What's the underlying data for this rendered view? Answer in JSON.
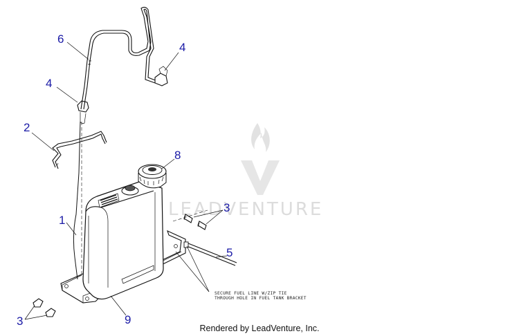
{
  "watermark": {
    "brand": "LEADVENTURE"
  },
  "callouts": [
    {
      "id": "callout-6",
      "label": "6"
    },
    {
      "id": "callout-4-upper",
      "label": "4"
    },
    {
      "id": "callout-4-left",
      "label": "4"
    },
    {
      "id": "callout-2",
      "label": "2"
    },
    {
      "id": "callout-8",
      "label": "8"
    },
    {
      "id": "callout-3-right",
      "label": "3"
    },
    {
      "id": "callout-1",
      "label": "1"
    },
    {
      "id": "callout-5",
      "label": "5"
    },
    {
      "id": "callout-3-left",
      "label": "3"
    },
    {
      "id": "callout-9",
      "label": "9"
    }
  ],
  "note": {
    "line1": "SECURE FUEL LINE W/ZIP TIE",
    "line2": "THROUGH HOLE IN FUEL TANK BRACKET"
  },
  "footer": {
    "text": "Rendered by LeadVenture, Inc."
  },
  "colors": {
    "callout": "#1a1aa6",
    "line": "#111111",
    "watermark": "#dcdcdc"
  }
}
